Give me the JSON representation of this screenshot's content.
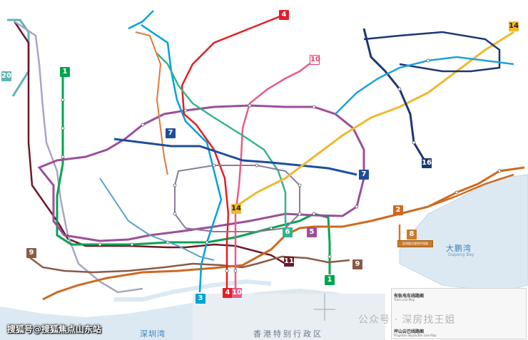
{
  "badges": {
    "l1": "1",
    "l1b": "1",
    "l2": "2",
    "l3": "3",
    "l4": "4",
    "l4b": "4",
    "l6": "6",
    "l5": "5",
    "l7a": "7",
    "l7b": "7",
    "l8": "8",
    "l9a": "9",
    "l9b": "9",
    "l10a": "10",
    "l10b": "10",
    "l11": "11",
    "l14a": "14",
    "l14b": "14",
    "l16": "16",
    "l20": "20"
  },
  "places": {
    "dapeng_cn": "大鹏湾",
    "dapeng_en": "Dapeng Bay",
    "shenzhen_bay": "深圳湾",
    "hongkong": "香港特别行政区"
  },
  "watermarks": {
    "left": "搜狐号@搜狐焦点山东站",
    "right": "公众号 · 深房找王姐"
  },
  "legend": {
    "title1": "有轨电车线路图",
    "sub1": "Tram Line Map",
    "title2": "坪山云巴线路图",
    "sub2": "Pingshan Skyshuttle Line Map"
  },
  "notes": {
    "line8_note": "此线路为规划中线路"
  },
  "line_colors": {
    "l1": "#00a54f",
    "l2": "#cc6a1f",
    "l3": "#00a2d8",
    "l4": "#e31f26",
    "l5": "#9b4f9b",
    "l6": "#33b48f",
    "l7": "#1f4d9b",
    "l8": "#c97a2b",
    "l9": "#8a5a47",
    "l10": "#e85c8a",
    "l11": "#6b1a2a",
    "l12": "#a8a5c7",
    "l14": "#f0b82f",
    "l16": "#1b3872",
    "l20": "#5fb4b4",
    "l13": "#e07a3a",
    "l6b": "#5aa2c9"
  }
}
